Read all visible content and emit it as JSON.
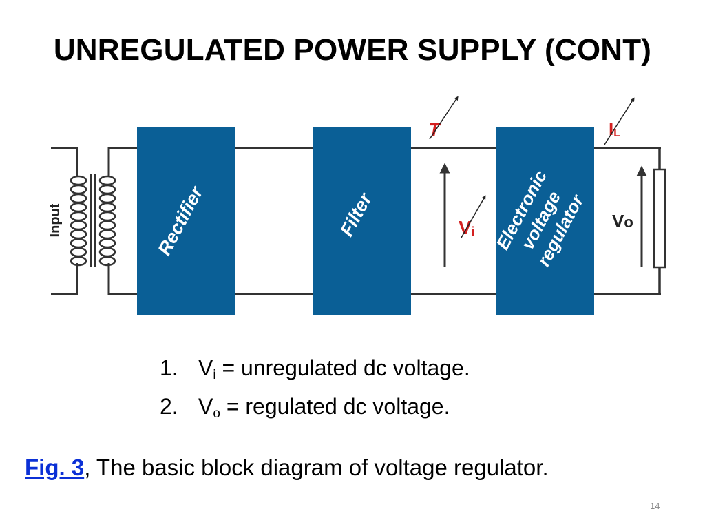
{
  "title": "UNREGULATED POWER SUPPLY (CONT)",
  "diagram": {
    "input_label": "Input",
    "blocks": [
      "Rectifier",
      "Filter",
      "Electronic voltage regulator"
    ],
    "block_lines": {
      "rectifier": "Rectifier",
      "filter": "Filter",
      "regulator_1": "Electronic",
      "regulator_2": "voltage",
      "regulator_3": "regulator"
    },
    "vi_label": "V",
    "vi_sub": "i",
    "vo_label": "V",
    "vo_sub": "o",
    "t_label": "T",
    "il_label": "I",
    "il_sub": "L",
    "colors": {
      "block": "#0a5f96",
      "wire": "#333333",
      "annotation": "#d42020"
    }
  },
  "list": [
    {
      "num": "1.",
      "symbol": "V",
      "sub": "i",
      "text": " = unregulated dc voltage."
    },
    {
      "num": "2.",
      "symbol": "V",
      "sub": "o",
      "text": " = regulated dc voltage."
    }
  ],
  "caption": {
    "fig_link": "Fig. 3",
    "text": ",  The basic block diagram of voltage regulator."
  },
  "page_number": "14"
}
